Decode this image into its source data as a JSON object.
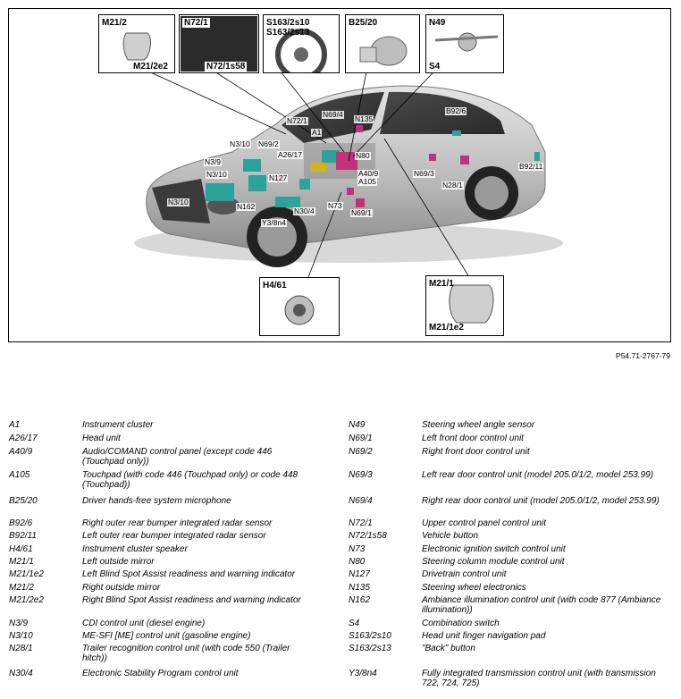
{
  "figure": {
    "reference": "P54.71-2767-79",
    "callouts": [
      {
        "id": "m212",
        "labels": [
          "M21/2",
          "M21/2e2"
        ]
      },
      {
        "id": "n721",
        "labels": [
          "N72/1",
          "N72/1s58"
        ]
      },
      {
        "id": "s163",
        "labels": [
          "S163/2s10",
          "S163/2s13"
        ]
      },
      {
        "id": "b2520",
        "labels": [
          "B25/20"
        ]
      },
      {
        "id": "n49",
        "labels": [
          "N49",
          "S4"
        ]
      },
      {
        "id": "h461",
        "labels": [
          "H4/61"
        ]
      },
      {
        "id": "m211",
        "labels": [
          "M21/1",
          "M21/1e2"
        ]
      }
    ],
    "component_labels": [
      "N72/1",
      "N69/4",
      "N135",
      "B92/6",
      "A1",
      "N3/10",
      "N69/2",
      "A26/17",
      "N80",
      "N3/9",
      "A40/9",
      "A105",
      "N69/3",
      "B92/11",
      "N3/10",
      "N127",
      "N28/1",
      "N3/10",
      "N162",
      "N30/4",
      "N73",
      "N69/1",
      "Y3/8n4"
    ]
  },
  "legend": {
    "left": [
      {
        "code": "A1",
        "desc": "Instrument cluster"
      },
      {
        "code": "A26/17",
        "desc": "Head unit"
      },
      {
        "code": "A40/9",
        "desc": "Audio/COMAND control panel (except code 446 (Touchpad only))"
      },
      {
        "code": "A105",
        "desc": "Touchpad (with code 446 (Touchpad only) or code 448 (Touchpad))"
      },
      {
        "code": "B25/20",
        "desc": "Driver hands-free system microphone"
      },
      {
        "code": "B92/6",
        "desc": "Right outer rear bumper integrated radar sensor"
      },
      {
        "code": "B92/11",
        "desc": "Left outer rear bumper integrated radar sensor"
      },
      {
        "code": "H4/61",
        "desc": "Instrument cluster speaker"
      },
      {
        "code": "M21/1",
        "desc": "Left outside mirror"
      },
      {
        "code": "M21/1e2",
        "desc": "Left Blind Spot Assist readiness and warning indicator"
      },
      {
        "code": "M21/2",
        "desc": "Right outside mirror"
      },
      {
        "code": "M21/2e2",
        "desc": "Right Blind Spot Assist readiness and warning indicator"
      },
      {
        "code": "N3/9",
        "desc": "CDI control unit (diesel engine)"
      },
      {
        "code": "N3/10",
        "desc": "ME-SFI [ME] control unit (gasoline engine)"
      },
      {
        "code": "N28/1",
        "desc": "Trailer recognition control unit (with code 550 (Trailer hitch))"
      },
      {
        "code": "N30/4",
        "desc": "Electronic Stability Program control unit"
      }
    ],
    "right": [
      {
        "code": "N49",
        "desc": "Steering wheel angle sensor"
      },
      {
        "code": "N69/1",
        "desc": "Left front door control unit"
      },
      {
        "code": "N69/2",
        "desc": "Right front door control unit"
      },
      {
        "code": "N69/3",
        "desc": "Left rear door control unit (model 205.0/1/2, model 253.99)"
      },
      {
        "code": "N69/4",
        "desc": "Right rear door control unit (model 205.0/1/2, model 253.99)"
      },
      {
        "code": "N72/1",
        "desc": "Upper control panel control unit"
      },
      {
        "code": "N72/1s58",
        "desc": "Vehicle button"
      },
      {
        "code": "N73",
        "desc": "Electronic ignition switch control unit"
      },
      {
        "code": "N80",
        "desc": "Steering column module control unit"
      },
      {
        "code": "N127",
        "desc": "Drivetrain control unit"
      },
      {
        "code": "N135",
        "desc": "Steering wheel electronics"
      },
      {
        "code": "N162",
        "desc": "Ambiance illumination control unit (with code 877 (Ambiance illumination))"
      },
      {
        "code": "S4",
        "desc": "Combination switch"
      },
      {
        "code": "S163/2s10",
        "desc": "Head unit finger navigation pad"
      },
      {
        "code": "S163/2s13",
        "desc": "\"Back\" button"
      },
      {
        "code": "Y3/8n4",
        "desc": "Fully integrated transmission control unit (with transmission 722, 724, 725)"
      }
    ]
  }
}
